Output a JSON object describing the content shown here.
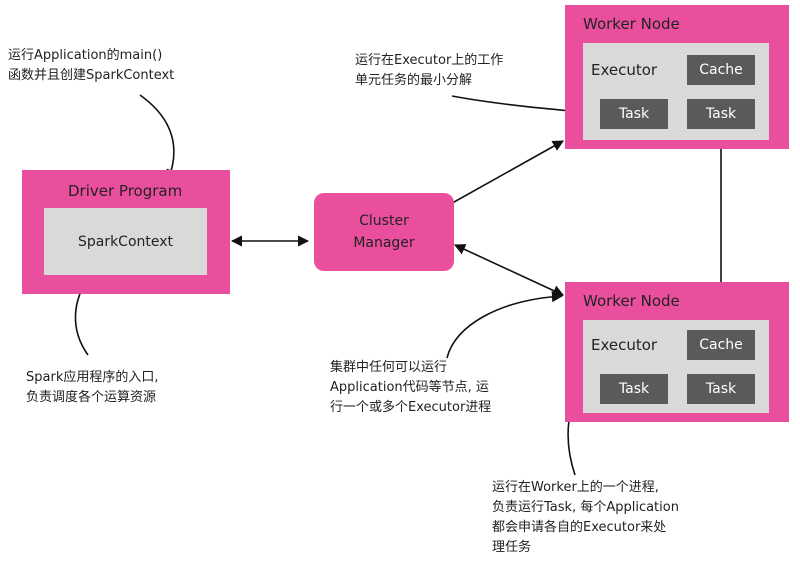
{
  "driver": {
    "title": "Driver Program",
    "context": "SparkContext"
  },
  "cluster": {
    "line1": "Cluster",
    "line2": "Manager"
  },
  "worker_top": {
    "title": "Worker Node",
    "executor": "Executor",
    "cache": "Cache",
    "task1": "Task",
    "task2": "Task"
  },
  "worker_bottom": {
    "title": "Worker Node",
    "executor": "Executor",
    "cache": "Cache",
    "task1": "Task",
    "task2": "Task"
  },
  "notes": {
    "driver_main": [
      "运行Application的main()",
      "函数并且创建SparkContext"
    ],
    "spark_context": [
      "Spark应用程序的入口,",
      "负责调度各个运算资源"
    ],
    "task_unit": [
      "运行在Executor上的工作",
      "单元任务的最小分解"
    ],
    "worker_node": [
      "集群中任何可以运行",
      "Application代码等节点, 运",
      "行一个或多个Executor进程"
    ],
    "executor": [
      "运行在Worker上的一个进程,",
      "负责运行Task, 每个Application",
      "都会申请各自的Executor来处",
      "理任务"
    ]
  },
  "colors": {
    "accent": "#ea4f9e",
    "panel": "#d9d9d9",
    "task": "#5a5a5a"
  }
}
